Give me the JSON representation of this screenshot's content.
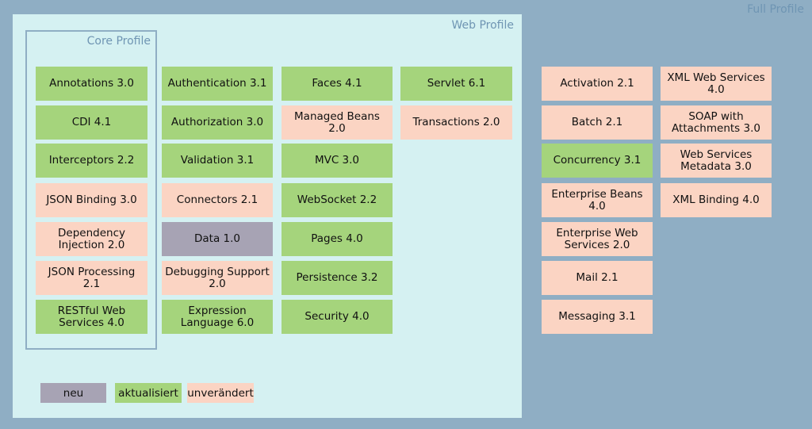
{
  "labels": {
    "full_profile": "Full Profile",
    "web_profile": "Web Profile",
    "core_profile": "Core Profile"
  },
  "colors": {
    "neu": "#a7a3b4",
    "aktualisiert": "#a5d47c",
    "unveraendert": "#fbd4c3",
    "background": "#8faec4",
    "web_panel": "#d5f1f2"
  },
  "core_specs": [
    {
      "label": "Annotations 3.0",
      "status": "aktualisiert"
    },
    {
      "label": "CDI 4.1",
      "status": "aktualisiert"
    },
    {
      "label": "Interceptors 2.2",
      "status": "aktualisiert"
    },
    {
      "label": "JSON Binding 3.0",
      "status": "unverändert"
    },
    {
      "label": "Dependency Injection 2.0",
      "status": "unverändert"
    },
    {
      "label": "JSON Processing 2.1",
      "status": "unverändert"
    },
    {
      "label": "RESTful Web Services 4.0",
      "status": "aktualisiert"
    }
  ],
  "web_col1": [
    {
      "label": "Authentication 3.1",
      "status": "aktualisiert"
    },
    {
      "label": "Authorization 3.0",
      "status": "aktualisiert"
    },
    {
      "label": "Validation 3.1",
      "status": "aktualisiert"
    },
    {
      "label": "Connectors 2.1",
      "status": "unverändert"
    },
    {
      "label": "Data 1.0",
      "status": "neu"
    },
    {
      "label": "Debugging Support 2.0",
      "status": "unverändert"
    },
    {
      "label": "Expression Language 6.0",
      "status": "aktualisiert"
    }
  ],
  "web_col2": [
    {
      "label": "Faces 4.1",
      "status": "aktualisiert"
    },
    {
      "label": "Managed Beans 2.0",
      "status": "unverändert"
    },
    {
      "label": "MVC 3.0",
      "status": "aktualisiert"
    },
    {
      "label": "WebSocket 2.2",
      "status": "aktualisiert"
    },
    {
      "label": "Pages 4.0",
      "status": "aktualisiert"
    },
    {
      "label": "Persistence 3.2",
      "status": "aktualisiert"
    },
    {
      "label": "Security 4.0",
      "status": "aktualisiert"
    }
  ],
  "web_col3": [
    {
      "label": "Servlet 6.1",
      "status": "aktualisiert"
    },
    {
      "label": "Transactions 2.0",
      "status": "unverändert"
    }
  ],
  "full_col1": [
    {
      "label": "Activation 2.1",
      "status": "unverändert"
    },
    {
      "label": "Batch 2.1",
      "status": "unverändert"
    },
    {
      "label": "Concurrency 3.1",
      "status": "aktualisiert"
    },
    {
      "label": "Enterprise Beans 4.0",
      "status": "unverändert"
    },
    {
      "label": "Enterprise Web Services 2.0",
      "status": "unverändert"
    },
    {
      "label": "Mail 2.1",
      "status": "unverändert"
    },
    {
      "label": "Messaging 3.1",
      "status": "unverändert"
    }
  ],
  "full_col2": [
    {
      "label": "XML Web Services 4.0",
      "status": "unverändert"
    },
    {
      "label": "SOAP with Attachments 3.0",
      "status": "unverändert"
    },
    {
      "label": "Web Services Metadata 3.0",
      "status": "unverändert"
    },
    {
      "label": "XML Binding 4.0",
      "status": "unverändert"
    }
  ],
  "legend": [
    {
      "label": "neu",
      "status": "neu"
    },
    {
      "label": "aktualisiert",
      "status": "aktualisiert"
    },
    {
      "label": "unverändert",
      "status": "unverändert"
    }
  ]
}
